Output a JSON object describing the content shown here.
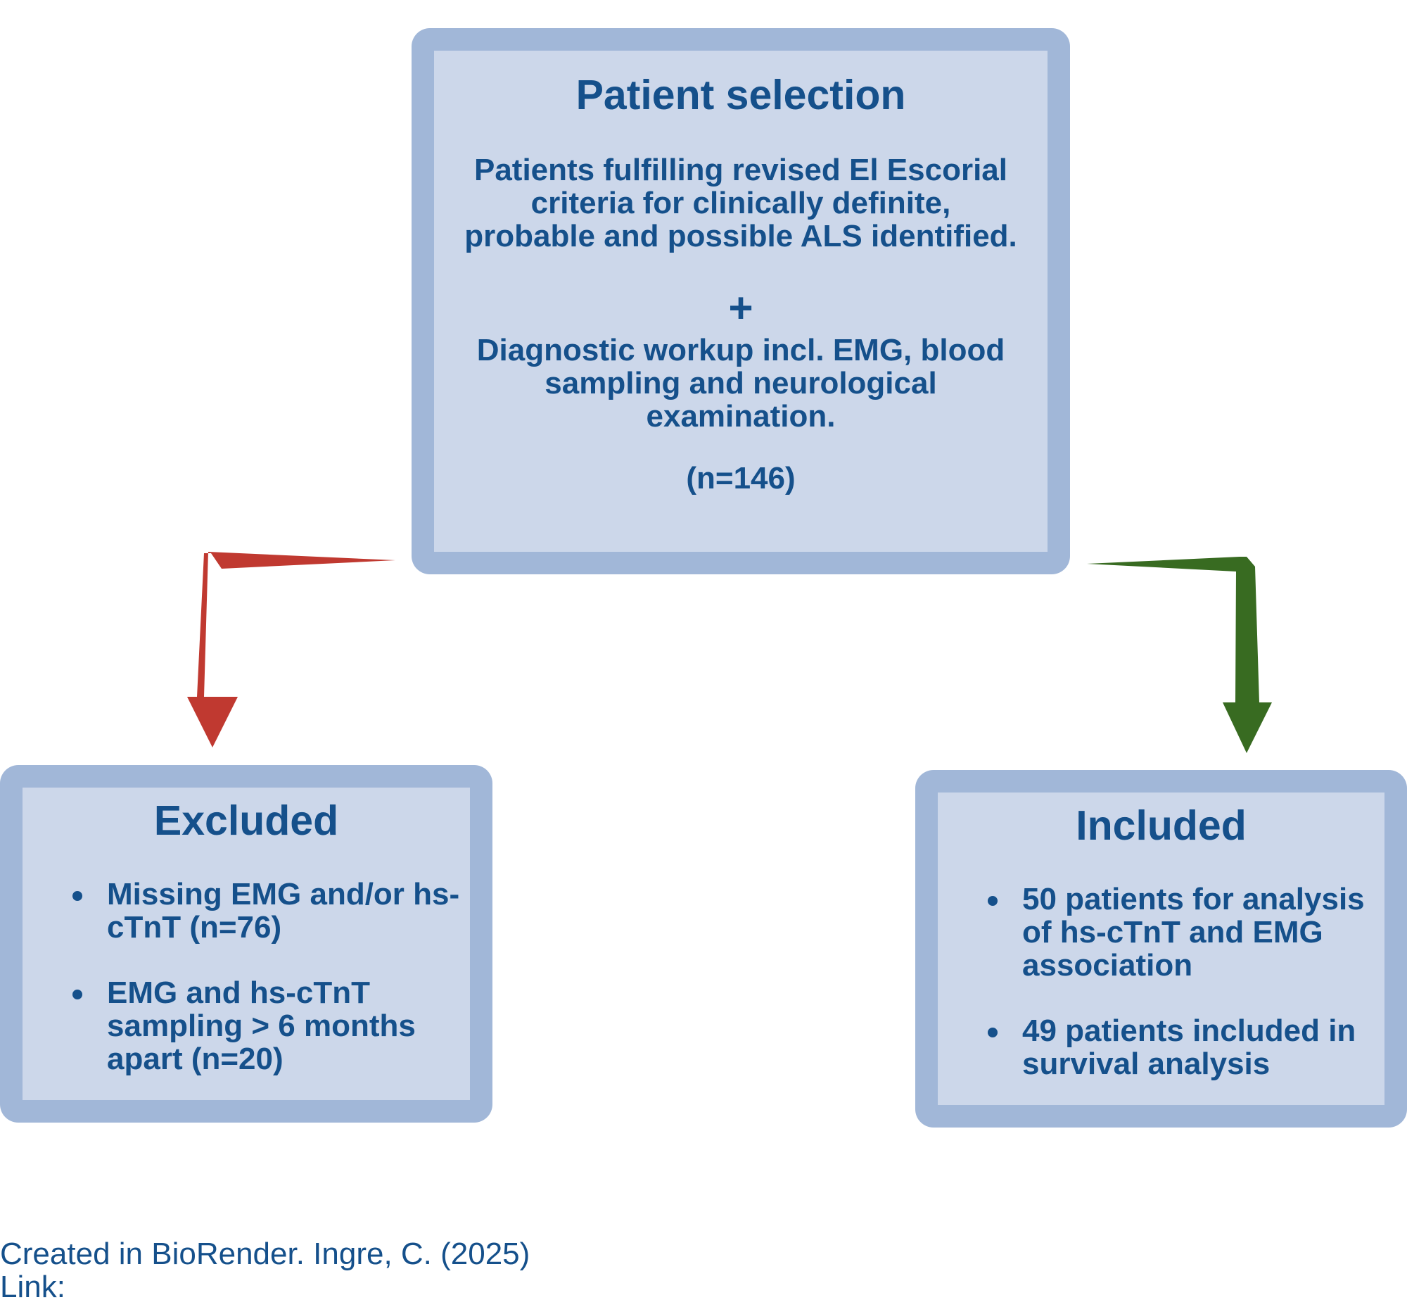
{
  "top_box": {
    "title": "Patient selection",
    "description": "Patients fulfilling revised El Escorial criteria for clinically definite, probable and possible ALS identified.",
    "plus": "+",
    "workup": "Diagnostic workup incl. EMG, blood sampling and neurological examination.",
    "count": "(n=146)"
  },
  "excluded_box": {
    "title": "Excluded",
    "items": [
      "Missing EMG and/or hs-cTnT (n=76)",
      "EMG and hs-cTnT sampling  > 6 months apart (n=20)"
    ]
  },
  "included_box": {
    "title": "Included",
    "items": [
      "50 patients for analysis of hs-cTnT and EMG association",
      "49 patients included in survival analysis"
    ]
  },
  "footer": {
    "credit": "Created in BioRender. Ingre, C. (2025)",
    "link_label": "Link:"
  },
  "colors": {
    "text": "#15508b",
    "box_fill": "#ccd7ea",
    "box_border": "#a1b7d8",
    "excluded_arrow": "#c03930",
    "included_arrow": "#386b21"
  }
}
